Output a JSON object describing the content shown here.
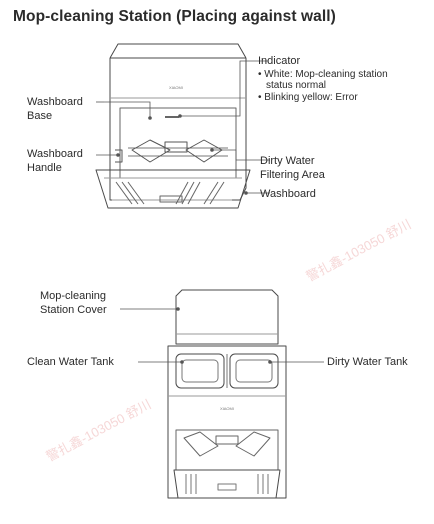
{
  "title": "Mop-cleaning Station (Placing against wall)",
  "top_labels": {
    "washboard_base": [
      "Washboard",
      "Base"
    ],
    "washboard_handle": [
      "Washboard",
      "Handle"
    ],
    "indicator": "Indicator",
    "indicator_notes": [
      "White: Mop-cleaning station",
      "status normal",
      "Blinking yellow: Error"
    ],
    "dirty_water_filtering_area": [
      "Dirty Water",
      "Filtering Area"
    ],
    "washboard": "Washboard"
  },
  "bottom_labels": {
    "station_cover": [
      "Mop-cleaning",
      "Station Cover"
    ],
    "clean_water_tank": "Clean Water Tank",
    "dirty_water_tank": "Dirty Water Tank"
  },
  "device_logo": "XIAOMI",
  "watermark": "警扎鑫-103050 舒川",
  "colors": {
    "outline": "#4a4a4a",
    "leader": "#555555",
    "watermark": "#f3caca"
  }
}
